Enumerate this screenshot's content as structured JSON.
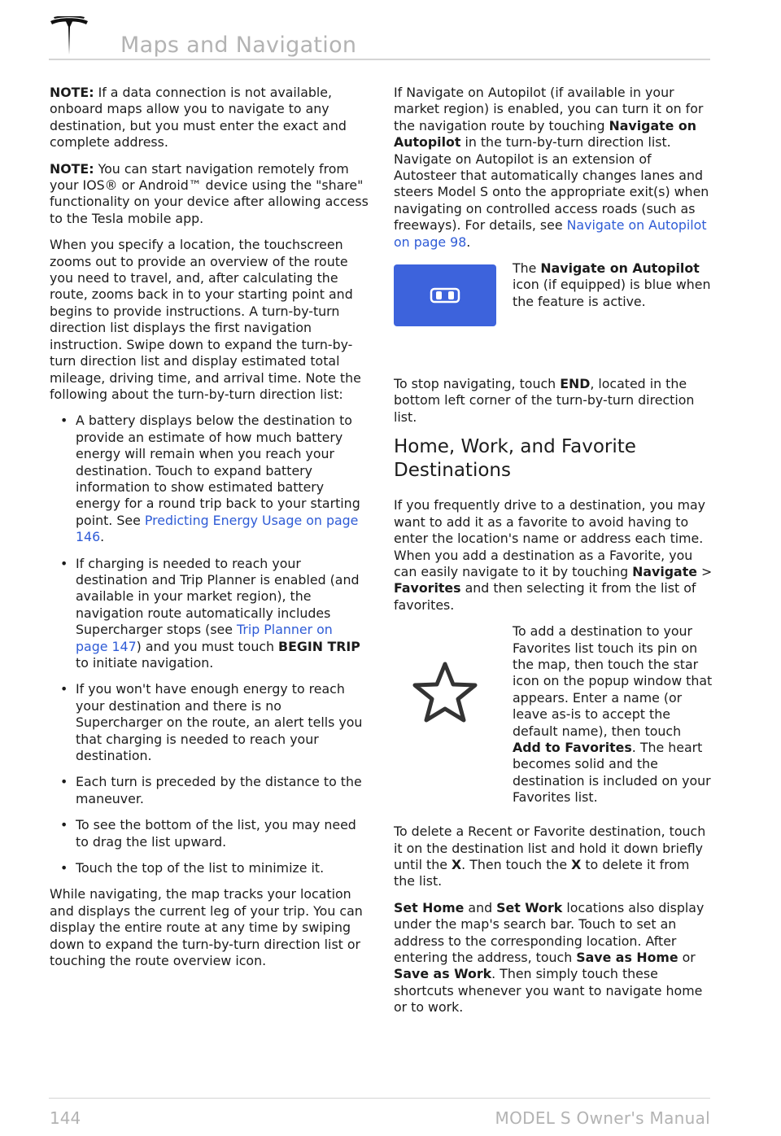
{
  "header": {
    "title": "Maps and Navigation"
  },
  "left_column": {
    "note1": {
      "label": "NOTE:",
      "text": " If a data connection is not available, onboard maps allow you to navigate to any destination, but you must enter the exact and complete address."
    },
    "note2": {
      "label": "NOTE:",
      "text": " You can start navigation remotely from your IOS® or Android™ device using the \"share\" functionality on your device after allowing access to the Tesla mobile app."
    },
    "para1": "When you specify a location, the touchscreen zooms out to provide an overview of the route you need to travel, and, after calculating the route, zooms back in to your starting point and begins to provide instructions. A turn-by-turn direction list displays the first navigation instruction. Swipe down to expand the turn-by-turn direction list and display estimated total mileage, driving time, and arrival time. Note the following about the turn-by-turn direction list:",
    "bullets": {
      "b1": {
        "text": "A battery displays below the destination to provide an estimate of how much battery energy will remain when you reach your destination. Touch to expand battery information to show estimated battery energy for a round trip back to your starting point. See ",
        "link": "Predicting Energy Usage on page 146",
        "end": "."
      },
      "b2": {
        "text": "If charging is needed to reach your destination and Trip Planner is enabled (and available in your market region), the navigation route automatically includes Supercharger stops (see ",
        "link": "Trip Planner on page 147",
        "mid": ") and you must touch ",
        "bold": "BEGIN TRIP",
        "end": " to initiate navigation."
      },
      "b3": "If you won't have enough energy to reach your destination and there is no Supercharger on the route, an alert tells you that charging is needed to reach your destination.",
      "b4": "Each turn is preceded by the distance to the maneuver.",
      "b5": "To see the bottom of the list, you may need to drag the list upward.",
      "b6": "Touch the top of the list to minimize it."
    },
    "para2": "While navigating, the map tracks your location and displays the current leg of your trip. You can display the entire route at any time by swiping down to expand the turn-by-turn direction list or touching the route overview icon."
  },
  "right_column": {
    "autopilot_para": {
      "t1": "If Navigate on Autopilot (if available in your market region) is enabled, you can turn it on for the navigation route by touching ",
      "b1": "Navigate on Autopilot",
      "t2": " in the turn-by-turn direction list. Navigate on Autopilot is an extension of Autosteer that automatically changes lanes and steers Model S onto the appropriate exit(s) when navigating on controlled access roads (such as freeways). For details, see ",
      "link": "Navigate on Autopilot on page 98",
      "end": "."
    },
    "icon_caption": {
      "t1": "The ",
      "b1": "Navigate on Autopilot",
      "t2": " icon (if equipped) is blue when the feature is active."
    },
    "stop_para": {
      "t1": "To stop navigating, touch ",
      "b1": "END",
      "t2": ", located in the bottom left corner of the turn-by-turn direction list."
    },
    "section_heading": "Home, Work, and Favorite Destinations",
    "favorite_para": {
      "t1": "If you frequently drive to a destination, you may want to add it as a favorite to avoid having to enter the location's name or address each time. When you add a destination as a Favorite, you can easily navigate to it by touching ",
      "b1": "Navigate",
      "t2": " > ",
      "b2": "Favorites",
      "t3": " and then selecting it from the list of favorites."
    },
    "star_caption": {
      "t1": "To add a destination to your Favorites list touch its pin on the map, then touch the star icon on the popup window that appears. Enter a name (or leave as-is to accept the default name), then touch ",
      "b1": "Add to Favorites",
      "t2": ". The heart becomes solid and the destination is included on your Favorites list."
    },
    "delete_para": {
      "t1": "To delete a Recent or Favorite destination, touch it on the destination list and hold it down briefly until the ",
      "b1": "X",
      "t2": ". Then touch the ",
      "b2": "X",
      "t3": " to delete it from the list."
    },
    "home_work_para": {
      "b1": "Set Home",
      "t1": " and ",
      "b2": "Set Work",
      "t2": " locations also display under the map's search bar. Touch to set an address to the corresponding location. After entering the address, touch ",
      "b3": "Save as Home",
      "t3": " or ",
      "b4": "Save as Work",
      "t4": ". Then simply touch these shortcuts whenever you want to navigate home or to work."
    }
  },
  "footer": {
    "page_number": "144",
    "manual_title": "MODEL S Owner's Manual"
  },
  "colors": {
    "link": "#2e5bd6",
    "autopilot_icon_bg": "#3d63dc",
    "header_text": "#b3b3b3"
  }
}
